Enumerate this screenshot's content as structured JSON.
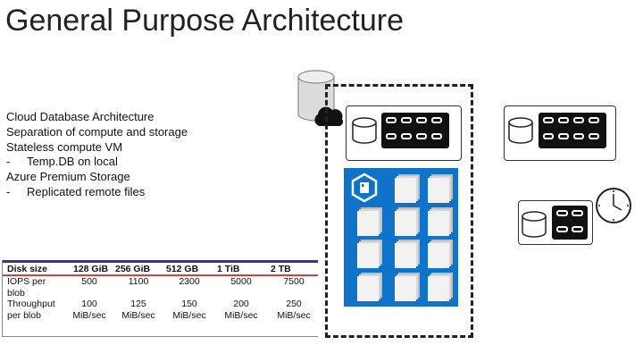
{
  "title": "General Purpose Architecture",
  "bullets": [
    "Cloud Database Architecture",
    "Separation of compute and storage",
    "Stateless compute VM",
    "Temp.DB on local",
    "Azure Premium Storage",
    "Replicated remote files"
  ],
  "bullet_dash": "-",
  "table": {
    "headers": [
      "Disk size",
      "128 GiB",
      "256 GiB",
      "512 GB",
      "1 TiB",
      "2 TB"
    ],
    "rows": [
      {
        "label": "IOPS per blob",
        "values": [
          "500",
          "1100",
          "2300",
          "5000",
          "7500"
        ]
      },
      {
        "label": "Throughput per blob",
        "values": [
          "100 MiB/sec",
          "125 MiB/sec",
          "150 MiB/sec",
          "200 MiB/sec",
          "250 MiB/sec"
        ]
      }
    ]
  },
  "icons": [
    "database-cylinder-icon",
    "cloud-icon",
    "server-icon",
    "disk-blob-icon",
    "clock-icon",
    "storage-hex-icon"
  ],
  "colors": {
    "accent_blue": "#0f74c9",
    "table_rule": "#2f3a8c",
    "header_rule": "#c44444"
  }
}
